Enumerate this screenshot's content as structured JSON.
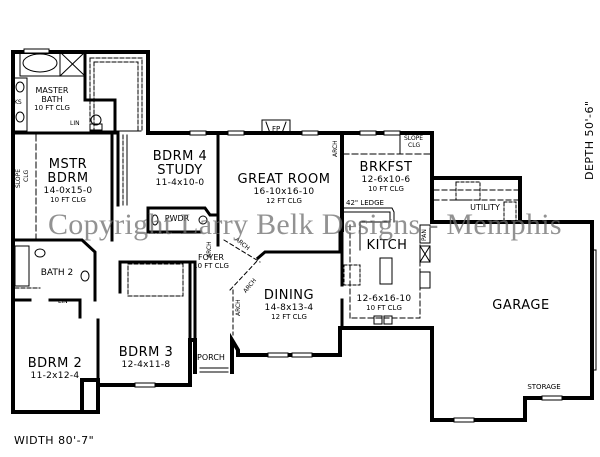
{
  "plan": {
    "dimensions": {
      "width": "WIDTH 80'-7\"",
      "depth": "DEPTH 50'-6\""
    },
    "watermark": "Copyright Larry Belk Designs - Memphis",
    "rooms": {
      "master_bath": {
        "name": "MASTER",
        "name2": "BATH",
        "clg": "10 FT CLG"
      },
      "master_bedroom": {
        "name": "MSTR",
        "name2": "BDRM",
        "size": "14-0x15-0",
        "clg": "10 FT CLG"
      },
      "bedroom4_study": {
        "name": "BDRM 4",
        "name2": "STUDY",
        "size": "11-4x10-0"
      },
      "great_room": {
        "name": "GREAT ROOM",
        "size": "16-10x16-10",
        "clg": "12 FT CLG"
      },
      "breakfast": {
        "name": "BRKFST",
        "size": "12-6x10-6",
        "clg": "10 FT CLG"
      },
      "utility": {
        "name": "UTILITY"
      },
      "kitchen": {
        "name": "KITCH",
        "size": "12-6x16-10",
        "clg": "10 FT CLG"
      },
      "powder": {
        "name": "PWDR"
      },
      "foyer": {
        "name": "FOYER",
        "clg": "10 FT CLG"
      },
      "dining": {
        "name": "DINING",
        "size": "14-8x13-4",
        "clg": "12 FT CLG"
      },
      "bath2": {
        "name": "BATH 2"
      },
      "bedroom2": {
        "name": "BDRM 2",
        "size": "11-2x12-4"
      },
      "bedroom3": {
        "name": "BDRM 3",
        "size": "12-4x11-8"
      },
      "porch": {
        "name": "PORCH"
      },
      "garage": {
        "name": "GARAGE"
      },
      "storage": {
        "name": "STORAGE"
      }
    },
    "annotations": {
      "fireplace": "FP",
      "ledge": "42\" LEDGE",
      "slope_clg": "SLOPE CLG",
      "slope": "SLOPE",
      "clg": "CLG",
      "arch": "ARCH",
      "linen": "LIN",
      "pantry": "PAN",
      "ks": "KS"
    },
    "colors": {
      "line": "#000000",
      "background": "#ffffff",
      "watermark": "#6e6e6e"
    }
  }
}
